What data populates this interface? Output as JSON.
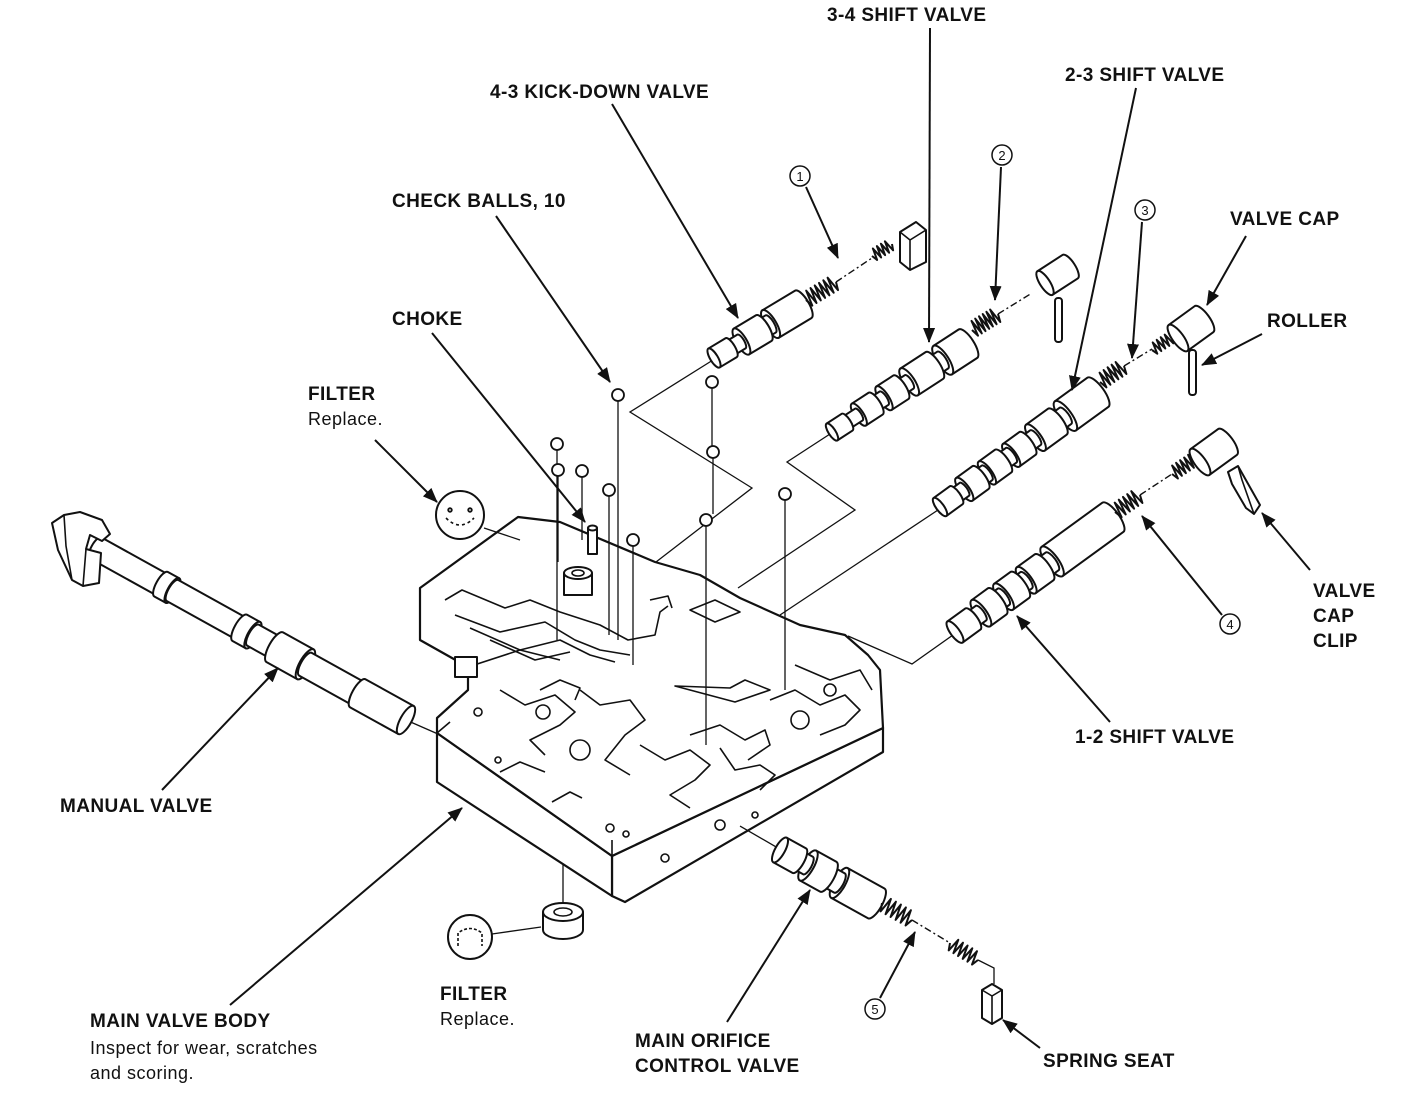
{
  "labels": {
    "shift_34": "3-4 SHIFT VALVE",
    "shift_23": "2-3 SHIFT VALVE",
    "kickdown_43": "4-3 KICK-DOWN VALVE",
    "check_balls": "CHECK BALLS, 10",
    "valve_cap": "VALVE CAP",
    "choke": "CHOKE",
    "roller": "ROLLER",
    "filter_upper": {
      "title": "FILTER",
      "note": "Replace."
    },
    "valve_cap_clip": [
      "VALVE",
      "CAP",
      "CLIP"
    ],
    "shift_12": "1-2 SHIFT VALVE",
    "manual_valve": "MANUAL VALVE",
    "filter_lower": {
      "title": "FILTER",
      "note": "Replace."
    },
    "main_valve_body": {
      "title": "MAIN VALVE BODY",
      "note": [
        "Inspect for wear, scratches",
        "and scoring."
      ]
    },
    "main_orifice": [
      "MAIN ORIFICE",
      "CONTROL VALVE"
    ],
    "spring_seat": "SPRING SEAT"
  },
  "callouts": [
    "1",
    "2",
    "3",
    "4",
    "5"
  ]
}
